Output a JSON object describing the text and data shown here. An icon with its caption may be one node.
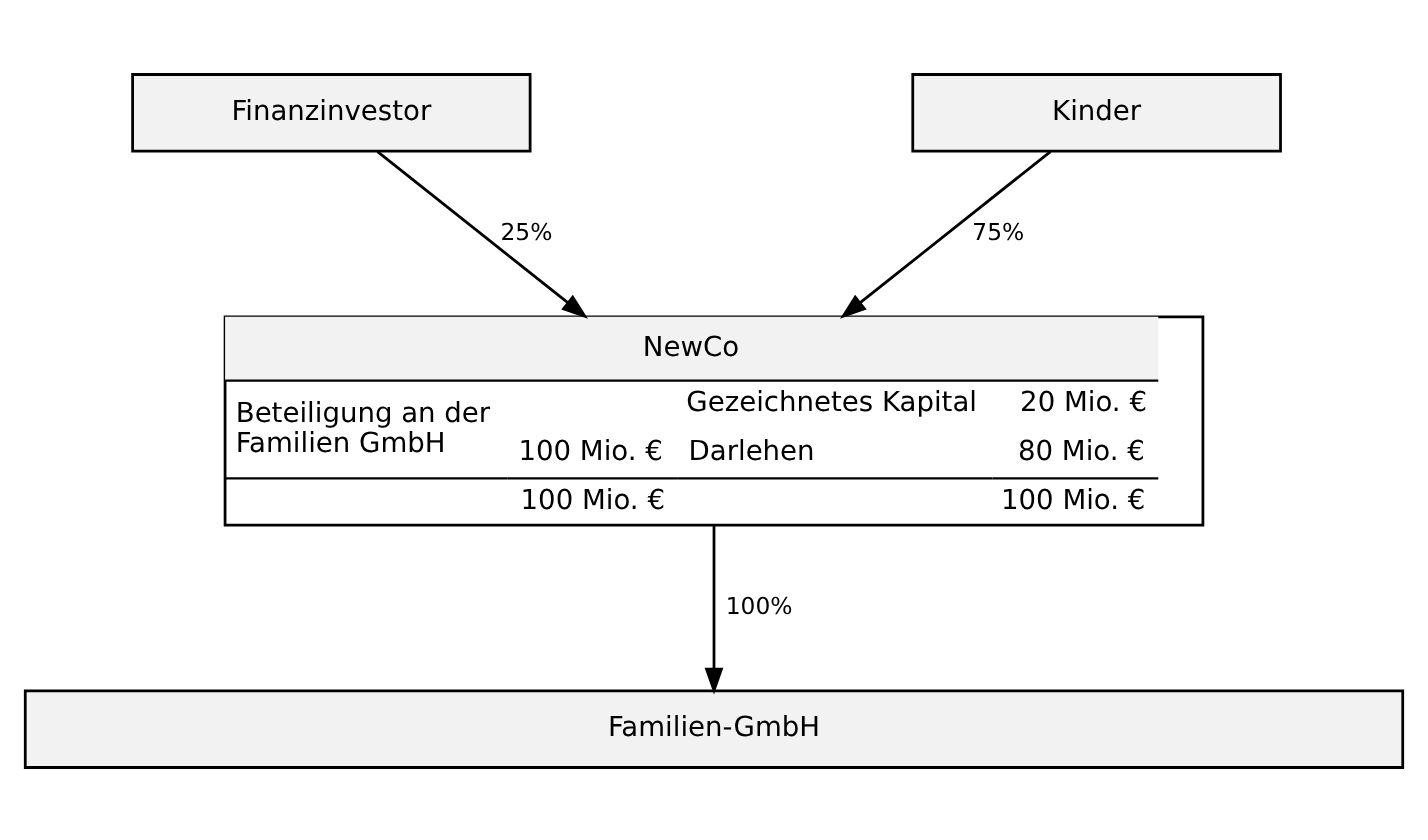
{
  "diagram": {
    "nodes": [
      {
        "text": [
          "Finanzinvestor"
        ]
      },
      {
        "text": [
          "Kinder"
        ]
      },
      {
        "text": [
          "NewCo",
          "Beteiligung an der Familien GmbH",
          "100 Mio. €",
          "Gezeichnetes Kapital",
          "20 Mio. €",
          "Darlehen",
          "80 Mio. €",
          "100 Mio. €",
          "100 Mio. €"
        ]
      },
      {
        "text": [
          "Familien-GmbH"
        ]
      }
    ],
    "edges": [
      {
        "from": 0,
        "to": 2,
        "arrow": "to",
        "label": "25%"
      },
      {
        "from": 1,
        "to": 2,
        "arrow": "to",
        "label": "75%"
      },
      {
        "from": 2,
        "to": 3,
        "arrow": "to",
        "label": "100%"
      }
    ]
  }
}
